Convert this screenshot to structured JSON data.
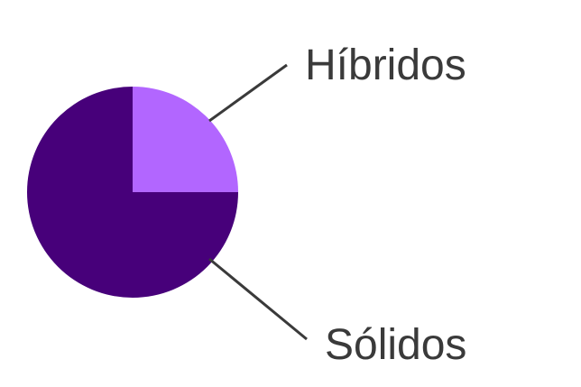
{
  "chart_data": {
    "type": "pie",
    "slices": [
      {
        "label": "Híbridos",
        "value": 25,
        "color": "#b266ff"
      },
      {
        "label": "Sólidos",
        "value": 75,
        "color": "#47007a"
      }
    ],
    "start_angle_deg": 0,
    "direction": "clockwise",
    "legend": "none",
    "label_style": "leader-lines"
  }
}
